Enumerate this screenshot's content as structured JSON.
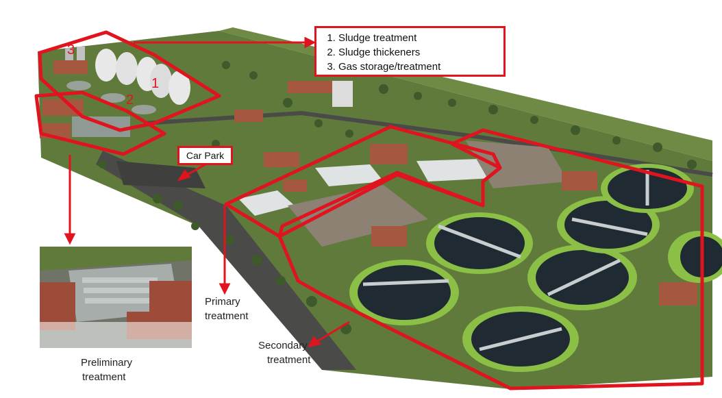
{
  "legend": {
    "items": [
      {
        "number": "1.",
        "label": "Sludge treatment"
      },
      {
        "number": "2.",
        "label": "Sludge thickeners"
      },
      {
        "number": "3.",
        "label": "Gas storage/treatment"
      }
    ]
  },
  "markers": {
    "m1": "1",
    "m2": "2",
    "m3": "3"
  },
  "labels": {
    "car_park": "Car Park",
    "primary_1": "Primary",
    "primary_2": "treatment",
    "secondary_1": "Secondary",
    "secondary_2": "treatment",
    "preliminary_1": "Preliminary",
    "preliminary_2": "treatment"
  },
  "colors": {
    "highlight": "#e0141e",
    "grass": "#5f7a3a",
    "road": "#4a4a48",
    "brick": "#a5573f",
    "tank": "#1f2a33"
  }
}
